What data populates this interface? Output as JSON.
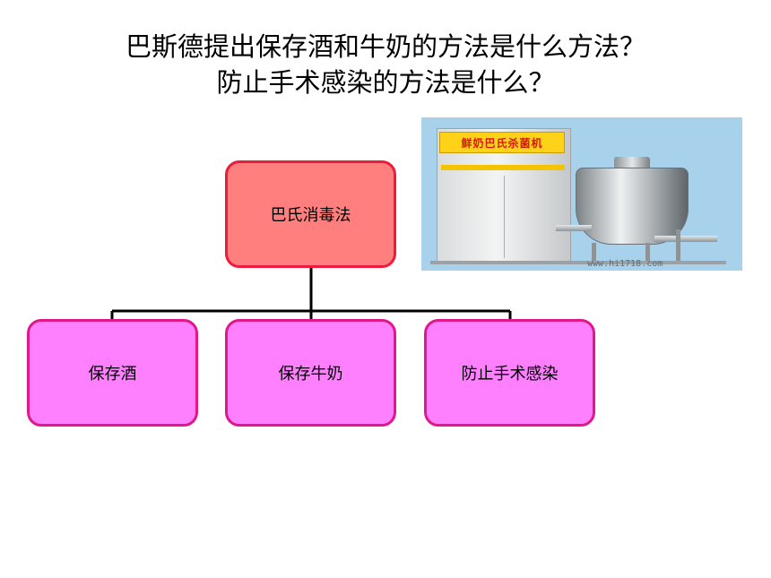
{
  "title": {
    "line1": "巴斯德提出保存酒和牛奶的方法是什么方法？",
    "line2": "防止手术感染的方法是什么？"
  },
  "diagram": {
    "root": {
      "label": "巴氏消毒法"
    },
    "children": [
      {
        "label": "保存酒"
      },
      {
        "label": "保存牛奶"
      },
      {
        "label": "防止手术感染"
      }
    ]
  },
  "photo": {
    "sign_text": "鲜奶巴氏杀菌机",
    "watermark": "www.hi1718.com"
  },
  "colors": {
    "root_fill": "#ff7f7f",
    "child_fill": "#ff80ff",
    "border": "#e0188a"
  }
}
